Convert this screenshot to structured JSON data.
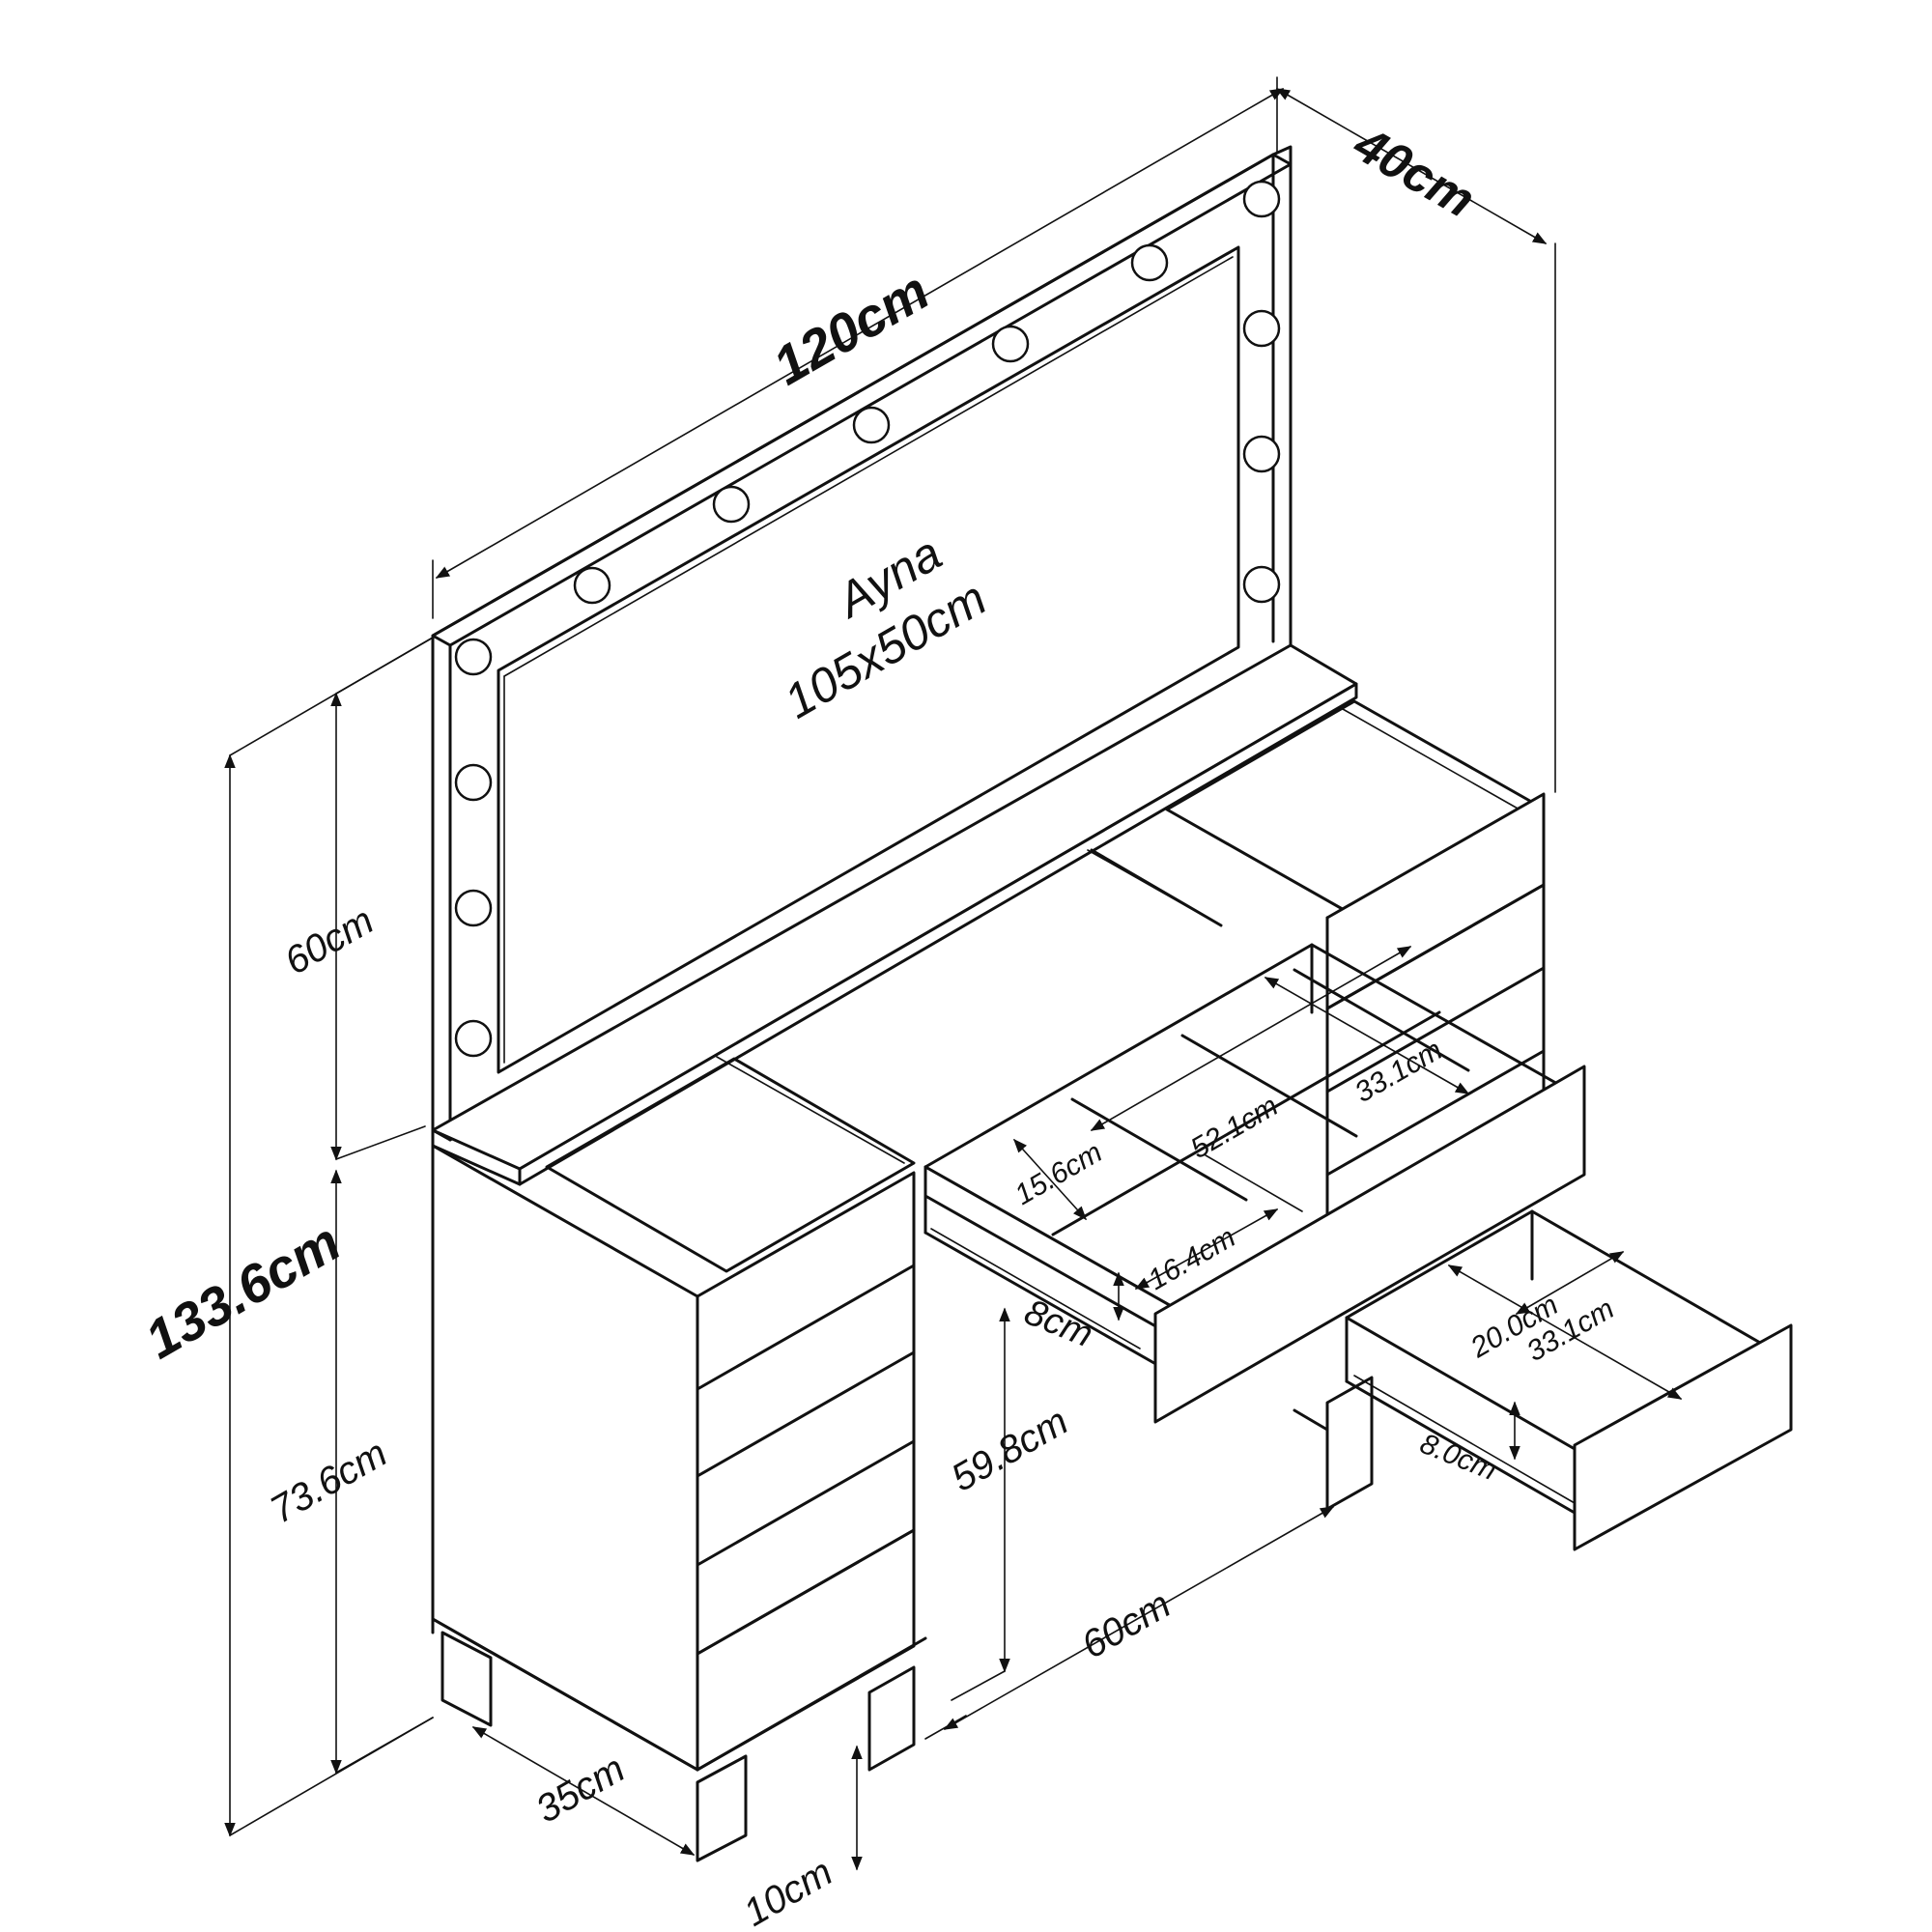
{
  "labels": {
    "width": "120cm",
    "depth": "40cm",
    "total_height": "133.6cm",
    "mirror_height": "60cm",
    "cabinet_height": "73.6cm",
    "mirror_title": "Ayna",
    "mirror_size": "105x50cm",
    "leg_height": "10cm",
    "cabinet_depth": "35cm",
    "knee_width": "60cm",
    "knee_height": "59.8cm",
    "drawer_depth": "52.1cm",
    "drawer_width": "33.1cm",
    "compartment_a": "15.6cm",
    "compartment_b": "16.4cm",
    "drawer_height": "8cm",
    "side_drawer_depth": "20.0cm",
    "side_drawer_width": "33.1cm",
    "side_drawer_height": "8.0cm"
  },
  "colors": {
    "line": "#111111",
    "background": "#ffffff"
  }
}
